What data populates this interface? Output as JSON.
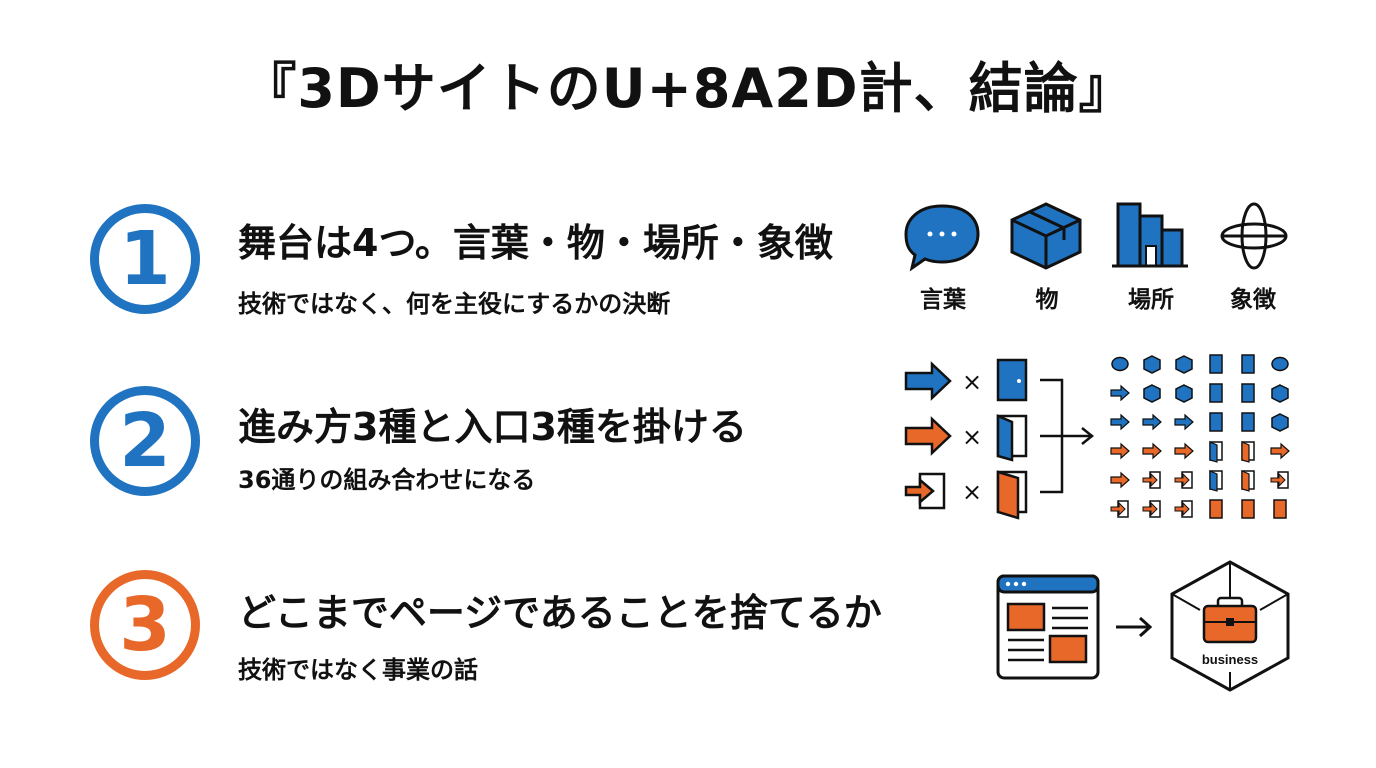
{
  "title": "『3DサイトのU+8A2D計、結論』",
  "items": [
    {
      "number": "1",
      "heading": "舞台は4つ。言葉・物・場所・象徴",
      "sub": "技術ではなく、何を主役にするかの決断",
      "icons": [
        {
          "icon": "speech-bubble-icon",
          "label": "言葉"
        },
        {
          "icon": "box-icon",
          "label": "物"
        },
        {
          "icon": "building-icon",
          "label": "場所"
        },
        {
          "icon": "symbol-icon",
          "label": "象徴"
        }
      ]
    },
    {
      "number": "2",
      "heading": "進み方3種と入口3種を掛ける",
      "sub": "36通りの組み合わせになる",
      "times": "×"
    },
    {
      "number": "3",
      "heading": "どこまでページであることを捨てるか",
      "sub": "技術ではなく事業の話",
      "badge": "business"
    }
  ],
  "colors": {
    "blue": "#1f73c0",
    "orange": "#e8682a",
    "dark": "#111111"
  }
}
